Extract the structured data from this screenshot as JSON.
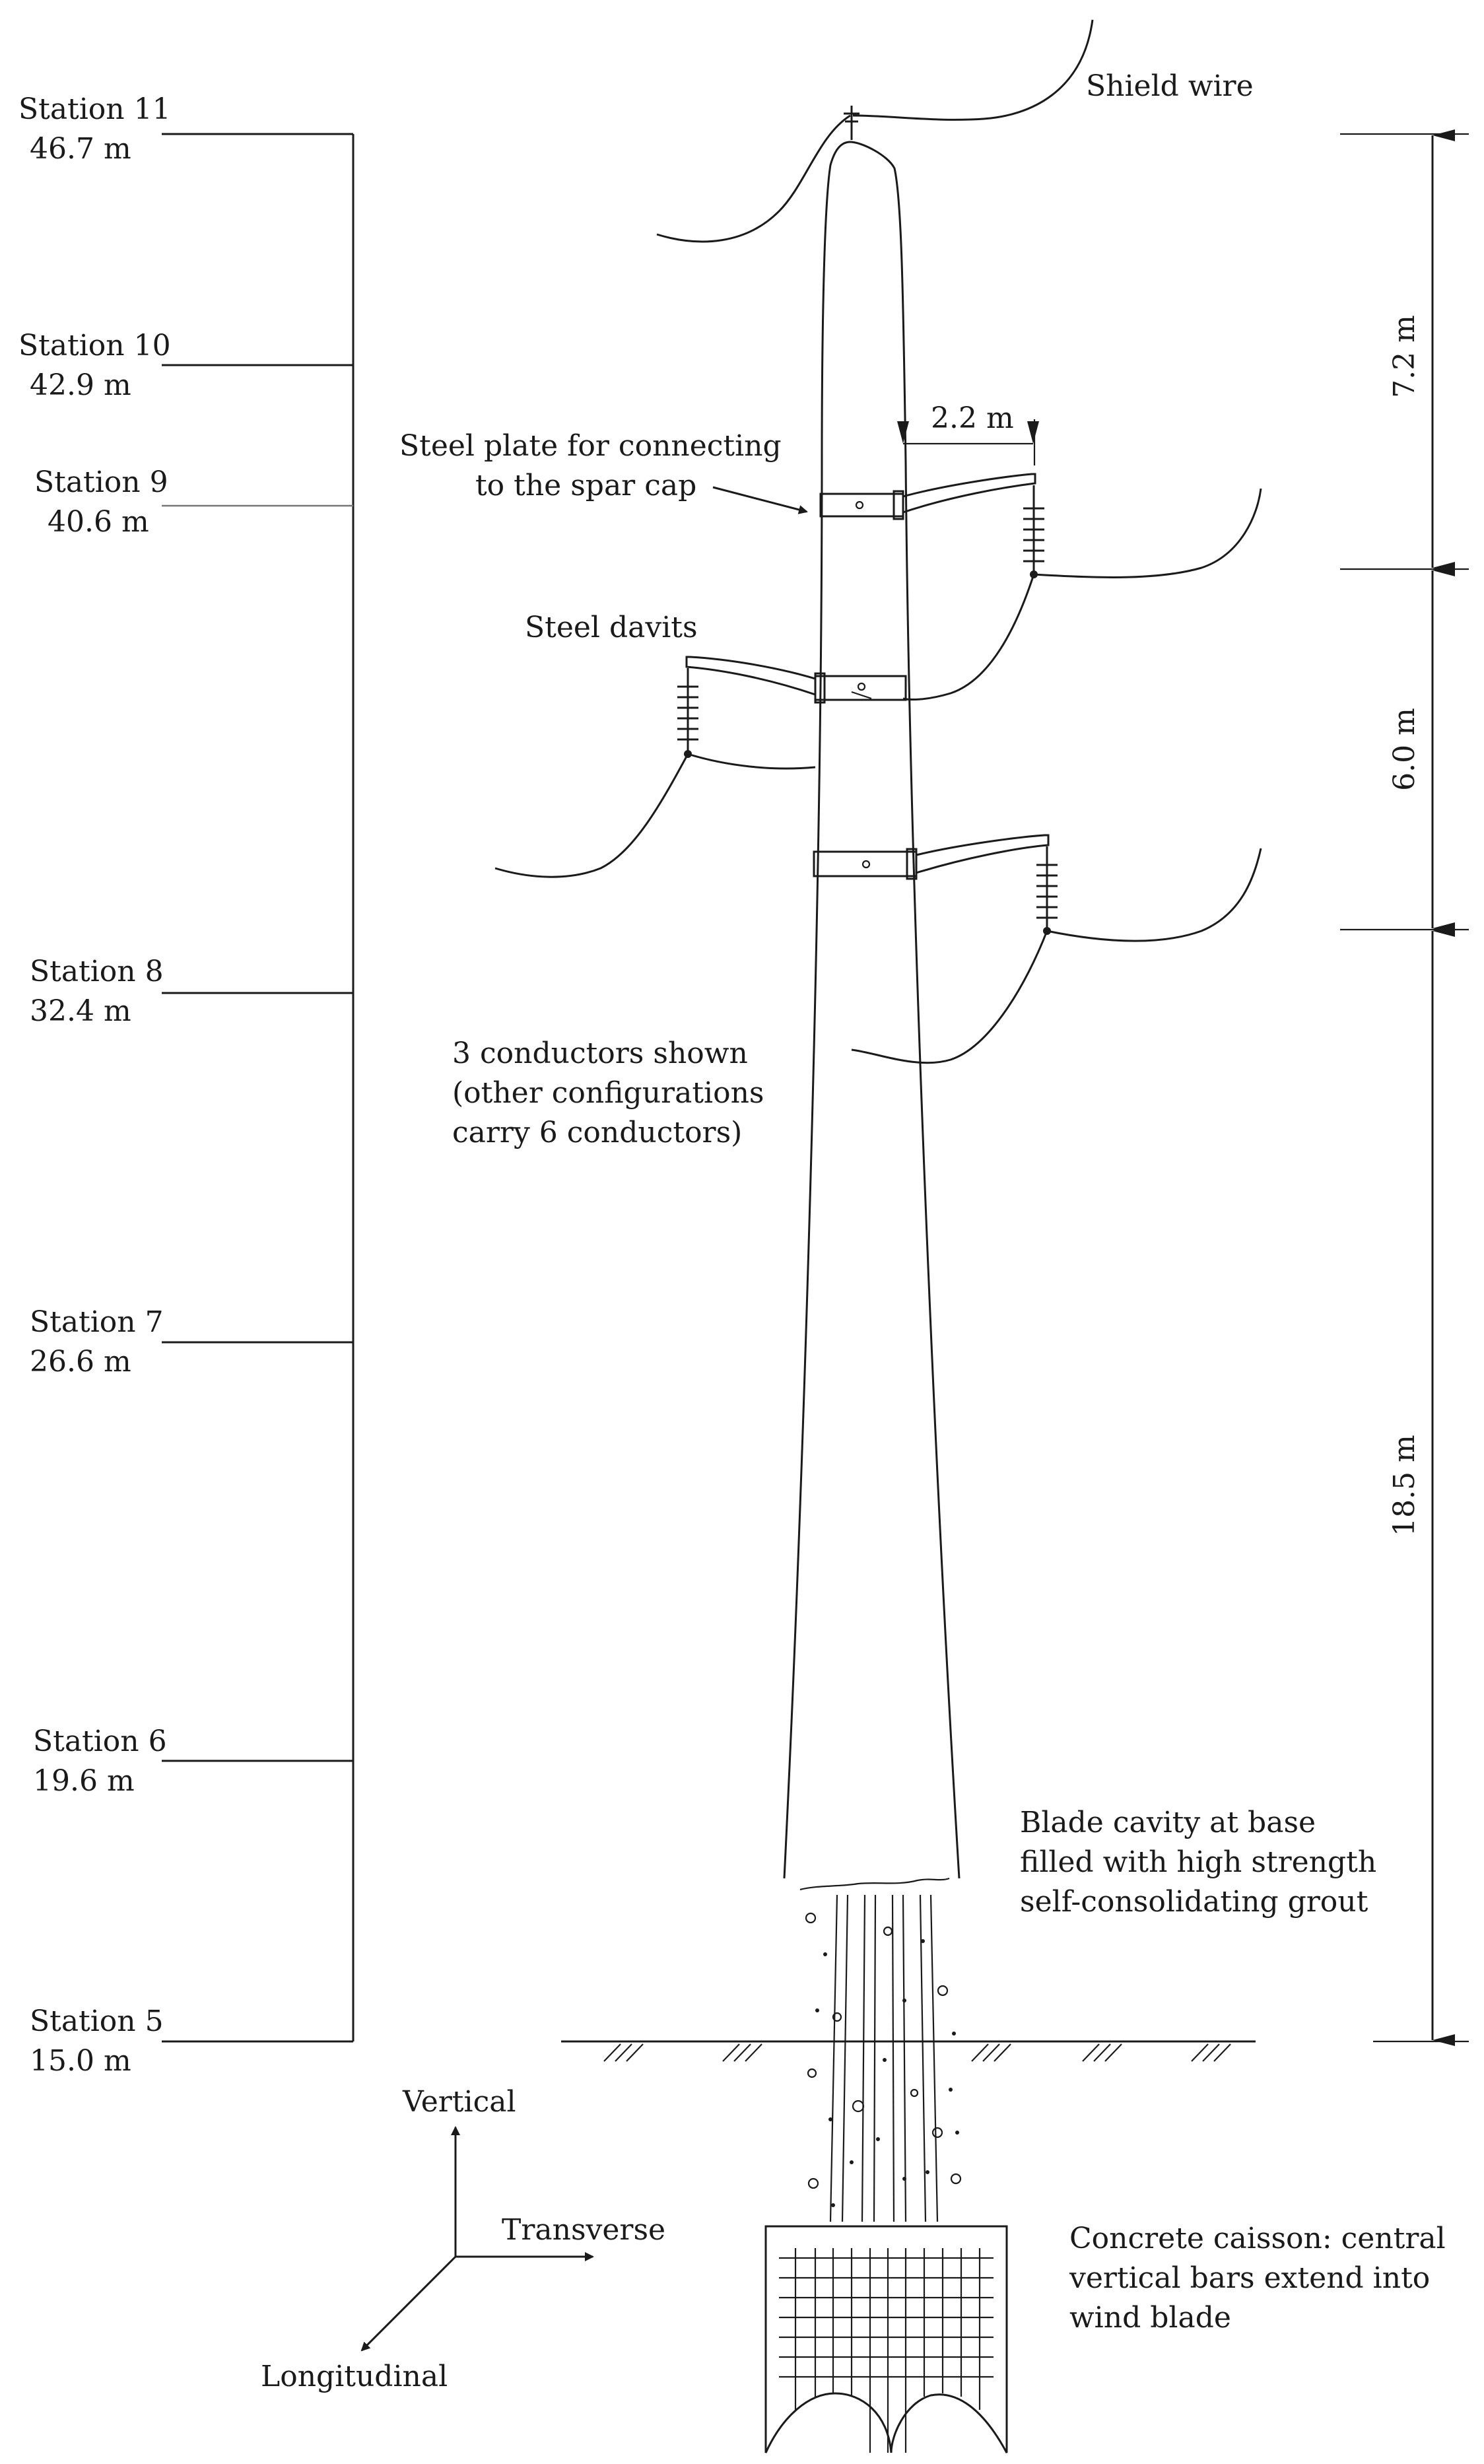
{
  "stations": [
    {
      "name": "Station 11",
      "elevation": "46.7 m"
    },
    {
      "name": "Station 10",
      "elevation": "42.9 m"
    },
    {
      "name": "Station 9",
      "elevation": "40.6 m"
    },
    {
      "name": "Station 8",
      "elevation": "32.4 m"
    },
    {
      "name": "Station 7",
      "elevation": "26.6 m"
    },
    {
      "name": "Station 6",
      "elevation": "19.6 m"
    },
    {
      "name": "Station 5",
      "elevation": "15.0 m"
    }
  ],
  "dimensions": {
    "top_segment": "7.2 m",
    "middle_segment": "6.0 m",
    "bottom_segment": "18.5 m",
    "davit_length": "2.2 m"
  },
  "labels": {
    "shield_wire": "Shield wire",
    "steel_plate_line1": "Steel plate for connecting",
    "steel_plate_line2": "to the spar cap",
    "steel_davits": "Steel davits",
    "conductors_line1": "3 conductors shown",
    "conductors_line2": "(other configurations",
    "conductors_line3": "carry 6 conductors)",
    "grout_line1": "Blade cavity at base",
    "grout_line2": "filled with high strength",
    "grout_line3": "self-consolidating grout",
    "caisson_line1": "Concrete caisson: central",
    "caisson_line2": "vertical bars extend into",
    "caisson_line3": "wind blade"
  },
  "axes": {
    "vertical": "Vertical",
    "transverse": "Transverse",
    "longitudinal": "Longitudinal"
  }
}
